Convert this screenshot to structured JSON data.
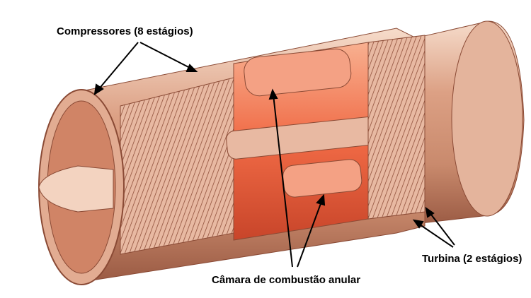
{
  "title": "Turbojet engine cutaway",
  "labels": {
    "compressors": "Compressores (8 estágios)",
    "combustion": "Câmara de combustão anular",
    "turbine": "Turbina (2 estágios)"
  },
  "colors": {
    "metal_light": "#f3d3c0",
    "metal_mid": "#d79a7c",
    "metal_dark": "#8a4a35",
    "hot_core": "#f0623c",
    "arrow": "#000000"
  }
}
